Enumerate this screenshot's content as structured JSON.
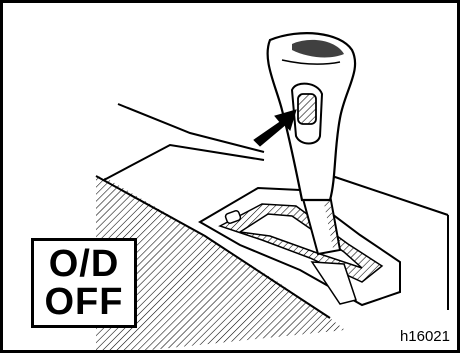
{
  "indicator": {
    "line1": "O/D",
    "line2": "OFF"
  },
  "figure_code": "h16021",
  "colors": {
    "ink": "#000000",
    "paper": "#ffffff"
  },
  "icons": {
    "pointer": "arrow-pointing-to-button-icon",
    "shifter": "gear-shift-lever-icon",
    "button": "overdrive-switch-button-icon"
  }
}
